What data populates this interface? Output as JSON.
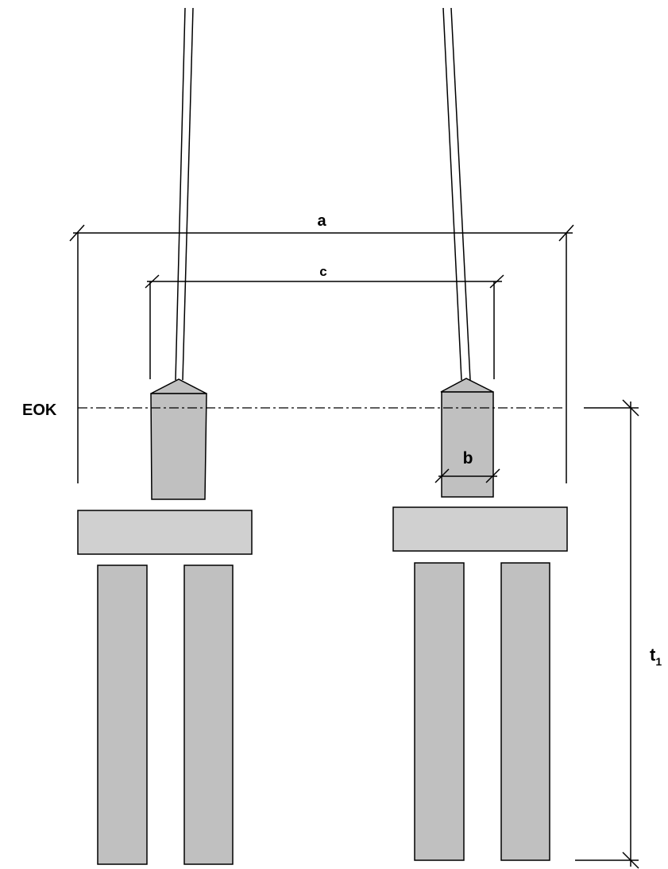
{
  "labels": {
    "a": "a",
    "c": "c",
    "b": "b",
    "eok": "EOK",
    "t_main": "t",
    "t_sub": "1"
  },
  "colors": {
    "line": "#000000",
    "dark_fill": "#c0c0c0",
    "light_fill": "#d0d0d0",
    "background": "#ffffff"
  }
}
